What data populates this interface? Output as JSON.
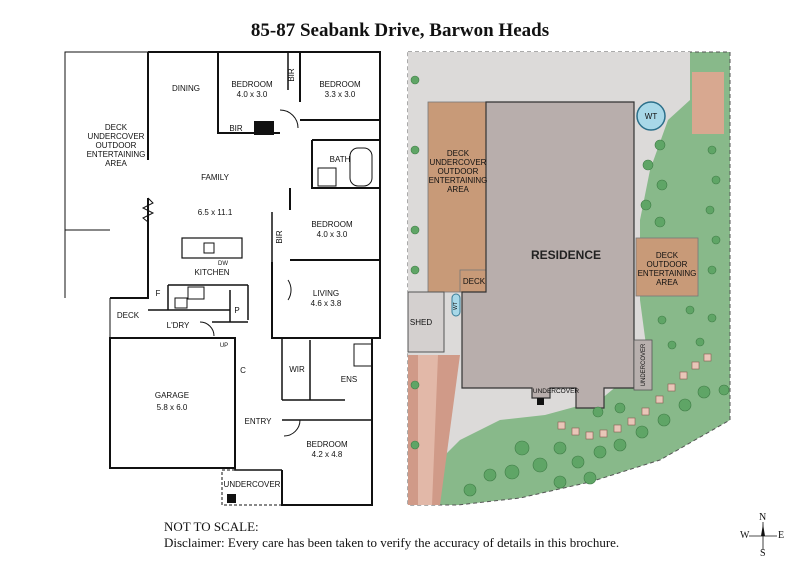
{
  "title": "85-87 Seabank Drive, Barwon Heads",
  "floorplan": {
    "rooms": {
      "deck_undercover": [
        "DECK",
        "UNDERCOVER",
        "OUTDOOR",
        "ENTERTAINING",
        "AREA"
      ],
      "dining": "DINING",
      "bedroom1": "BEDROOM",
      "bedroom1_size": "4.0 x 3.0",
      "bedroom2": "BEDROOM",
      "bedroom2_size": "3.3 x 3.0",
      "bir_top": "BIR",
      "bir_vertical": "BIR",
      "bath": "BATH",
      "family": "FAMILY",
      "family_size": "6.5 x 11.1",
      "bedroom3": "BEDROOM",
      "bedroom3_size": "4.0 x 3.0",
      "bir_side": "BIR",
      "dw": "DW",
      "kitchen": "KITCHEN",
      "living": "LIVING",
      "living_size": "4.6 x 3.8",
      "f": "F",
      "p": "P",
      "deck_small": "DECK",
      "ldry": "L'DRY",
      "up": "UP",
      "garage": "GARAGE",
      "garage_size": "5.8 x 6.0",
      "c": "C",
      "wir": "WIR",
      "ens": "ENS",
      "entry": "ENTRY",
      "bedroom4": "BEDROOM",
      "bedroom4_size": "4.2 x 4.8",
      "undercover": "UNDERCOVER"
    }
  },
  "siteplan": {
    "residence": "RESIDENCE",
    "deck_undercover": [
      "DECK",
      "UNDERCOVER",
      "OUTDOOR",
      "ENTERTAINING",
      "AREA"
    ],
    "deck": "DECK",
    "shed": "SHED",
    "wt_small": "WT",
    "wt": "WT",
    "deck_outdoor": [
      "DECK",
      "OUTDOOR",
      "ENTERTAINING",
      "AREA"
    ],
    "undercover_bottom": "UNDERCOVER",
    "undercover_side": "UNDERCOVER"
  },
  "notes": {
    "scale": "NOT TO SCALE:",
    "disclaimer": "Disclaimer: Every care has been taken to verify the accuracy of details in this brochure."
  },
  "compass": {
    "n": "N",
    "e": "E",
    "s": "S",
    "w": "W"
  },
  "colors": {
    "wall": "#111111",
    "residence": "#b8aeac",
    "deck": "#c89a78",
    "paving": "#dcdad9",
    "garden": "#88b98a",
    "tree": "#5fa566",
    "boundary_path": "#d09a88"
  }
}
